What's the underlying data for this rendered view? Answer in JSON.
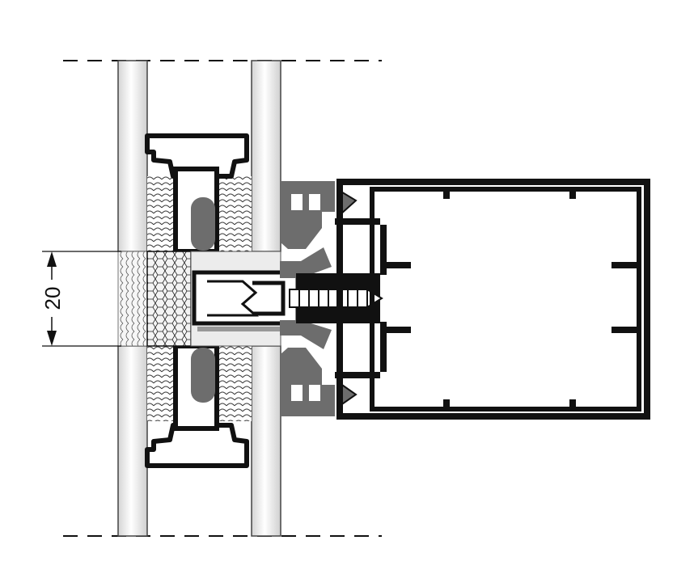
{
  "dimension": {
    "value_label": "20"
  },
  "colors": {
    "profile": "#111111",
    "gasket": "#6d6d6d",
    "glass": "#e4e4e4",
    "glass_highlight": "#ffffff",
    "background": "#ffffff"
  },
  "parts": [
    "double-glazing-pane-outer",
    "double-glazing-pane-inner",
    "glass-spacer-profile-top",
    "glass-spacer-profile-bottom",
    "pressure-plate",
    "fixing-screw",
    "thermal-insulator",
    "epdm-gasket-top",
    "epdm-gasket-bottom",
    "mullion-profile"
  ]
}
